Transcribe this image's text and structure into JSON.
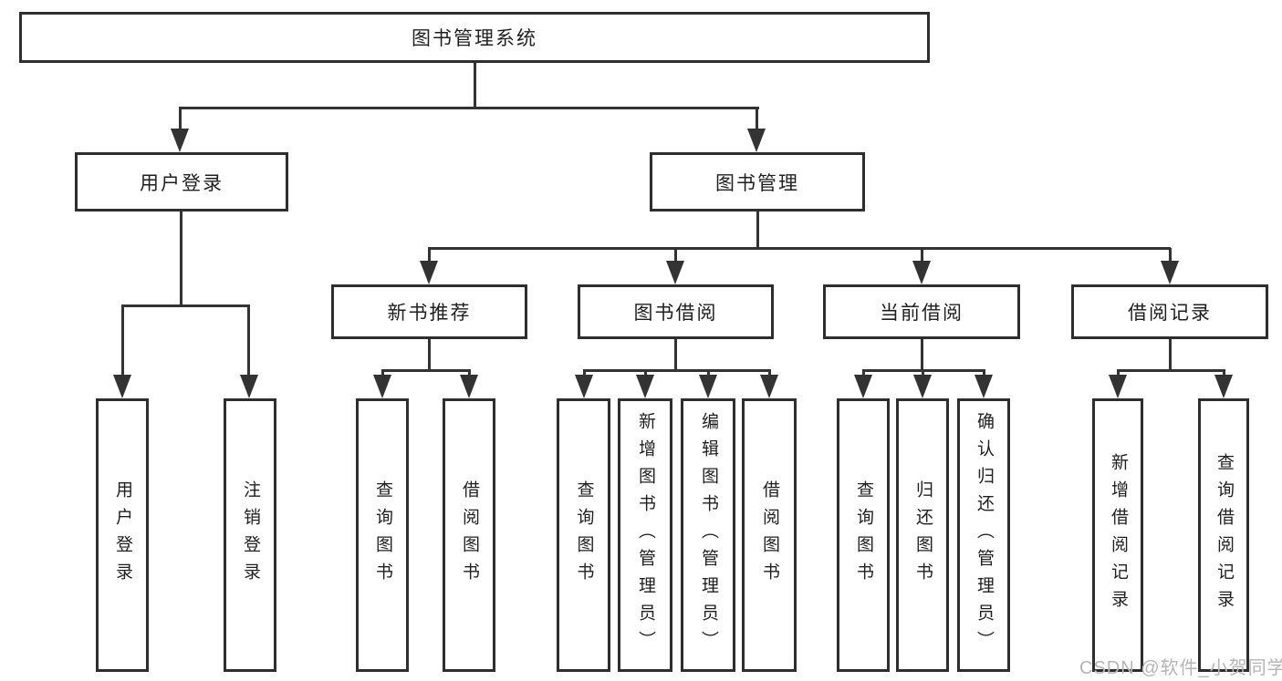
{
  "diagram": {
    "root": {
      "label": "图书管理系统"
    },
    "level2": [
      {
        "label": "用户登录",
        "children": [
          {
            "label": "用户登录"
          },
          {
            "label": "注销登录"
          }
        ]
      },
      {
        "label": "图书管理"
      }
    ],
    "level3": [
      {
        "label": "新书推荐",
        "children": [
          {
            "label": "查询图书"
          },
          {
            "label": "借阅图书"
          }
        ]
      },
      {
        "label": "图书借阅",
        "children": [
          {
            "label": "查询图书"
          },
          {
            "label": "新增图书（管理员）"
          },
          {
            "label": "编辑图书（管理员）"
          },
          {
            "label": "借阅图书"
          }
        ]
      },
      {
        "label": "当前借阅",
        "children": [
          {
            "label": "查询图书"
          },
          {
            "label": "归还图书"
          },
          {
            "label": "确认归还（管理员）"
          }
        ]
      },
      {
        "label": "借阅记录",
        "children": [
          {
            "label": "新增借阅记录"
          },
          {
            "label": "查询借阅记录"
          }
        ]
      }
    ]
  },
  "watermark": {
    "text": "CSDN @软件_小贺同学"
  },
  "colors": {
    "line": "#333333",
    "border": "#2e2e2e",
    "text": "#1f1f1f",
    "background": "#ffffff",
    "watermark": "#b5b5b5"
  }
}
